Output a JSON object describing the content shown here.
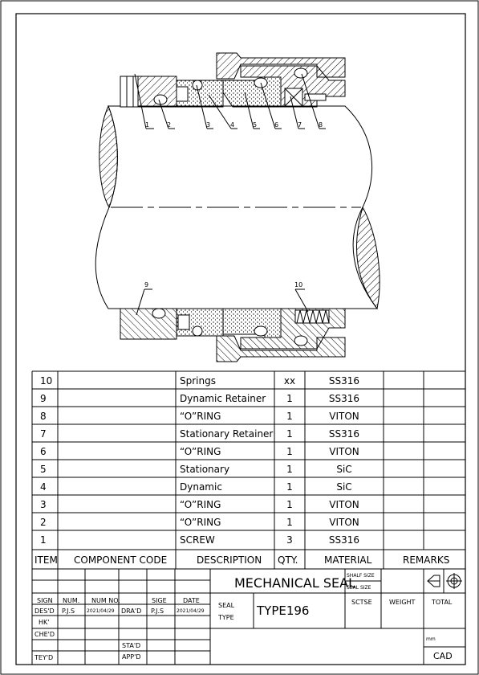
{
  "parts_list": {
    "header": {
      "item": "ITEM",
      "code": "COMPONENT CODE",
      "description": "DESCRIPTION",
      "qty": "QTY.",
      "material": "MATERIAL",
      "remarks": "REMARKS"
    },
    "rows": [
      {
        "item": "10",
        "code": "",
        "description": "Springs",
        "qty": "xx",
        "material": "SS316",
        "remarks": ""
      },
      {
        "item": "9",
        "code": "",
        "description": "Dynamic Retainer",
        "qty": "1",
        "material": "SS316",
        "remarks": ""
      },
      {
        "item": "8",
        "code": "",
        "description": "“O”RING",
        "qty": "1",
        "material": "VITON",
        "remarks": ""
      },
      {
        "item": "7",
        "code": "",
        "description": "Stationary Retainer",
        "qty": "1",
        "material": "SS316",
        "remarks": ""
      },
      {
        "item": "6",
        "code": "",
        "description": "“O”RING",
        "qty": "1",
        "material": "VITON",
        "remarks": ""
      },
      {
        "item": "5",
        "code": "",
        "description": "Stationary",
        "qty": "1",
        "material": "SiC",
        "remarks": ""
      },
      {
        "item": "4",
        "code": "",
        "description": "Dynamic",
        "qty": "1",
        "material": "SiC",
        "remarks": ""
      },
      {
        "item": "3",
        "code": "",
        "description": "“O”RING",
        "qty": "1",
        "material": "VITON",
        "remarks": ""
      },
      {
        "item": "2",
        "code": "",
        "description": "“O”RING",
        "qty": "1",
        "material": "VITON",
        "remarks": ""
      },
      {
        "item": "1",
        "code": "",
        "description": "SCREW",
        "qty": "3",
        "material": "SS316",
        "remarks": ""
      }
    ]
  },
  "title_block": {
    "title": "MECHANICAL SEAL",
    "shaft_size": "SHALF SIZE",
    "seal_size": "SEAL SIZE",
    "sign": "SIGN",
    "num": "NUM.",
    "num_no": "NUM NO.",
    "sige": "SIGE",
    "date_label": "DATE",
    "desd": "DES'D",
    "desd_name": "P.J.S",
    "desd_date": "2021/04/29",
    "drad": "DRA'D",
    "drad_name": "P.J.S",
    "drad_date": "2021/04/29",
    "hk": "HK'",
    "ched": "CHE'D",
    "stad": "STA'D",
    "teyd": "TEY'D",
    "appd": "APP'D",
    "seal_type_label_1": "SEAL",
    "seal_type_label_2": "TYPE",
    "seal_type": "TYPE196",
    "sctse": "SCTSE",
    "weight": "WEIGHT",
    "total": "TOTAL",
    "unit": "mm",
    "cad": "CAD"
  },
  "balloons": [
    "1",
    "2",
    "3",
    "4",
    "5",
    "6",
    "7",
    "8",
    "9",
    "10"
  ]
}
